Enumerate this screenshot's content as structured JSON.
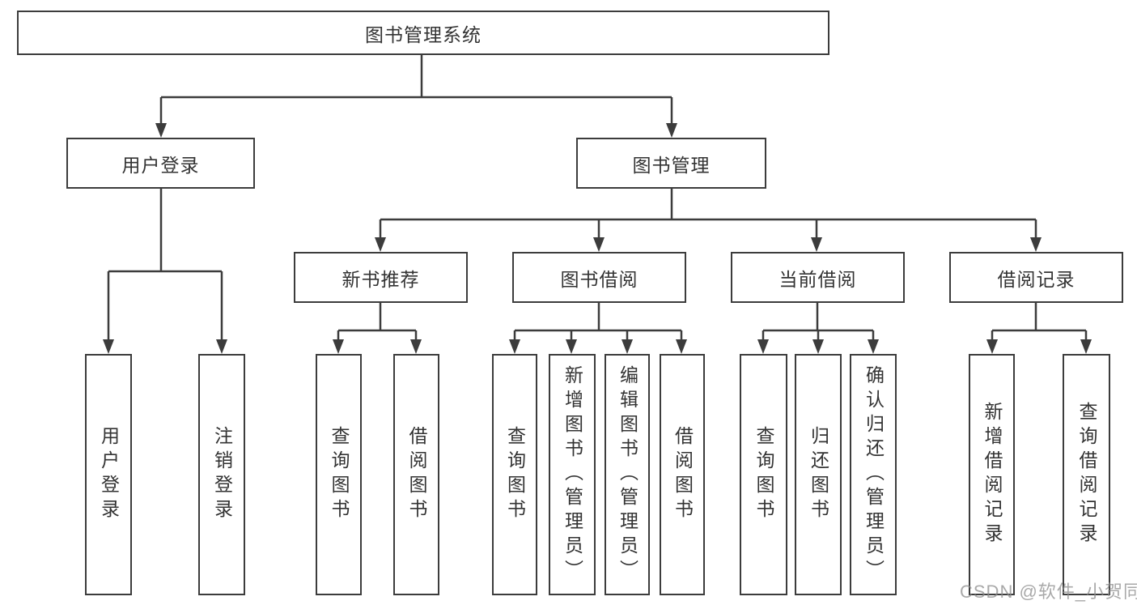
{
  "diagram_type": "hierarchy-tree",
  "colors": {
    "background": "#ffffff",
    "line": "#3c3c3c",
    "box_border": "#3c3c3c",
    "text": "#333333",
    "watermark": "#8c8c8c"
  },
  "tree": {
    "root": {
      "label": "图书管理系统",
      "children": [
        {
          "label": "用户登录",
          "children": [
            {
              "label": "用户登录"
            },
            {
              "label": "注销登录"
            }
          ]
        },
        {
          "label": "图书管理",
          "children": [
            {
              "label": "新书推荐",
              "children": [
                {
                  "label": "查询图书"
                },
                {
                  "label": "借阅图书"
                }
              ]
            },
            {
              "label": "图书借阅",
              "children": [
                {
                  "label": "查询图书"
                },
                {
                  "label": "新增图书（管理员）"
                },
                {
                  "label": "编辑图书（管理员）"
                },
                {
                  "label": "借阅图书"
                }
              ]
            },
            {
              "label": "当前借阅",
              "children": [
                {
                  "label": "查询图书"
                },
                {
                  "label": "归还图书"
                },
                {
                  "label": "确认归还（管理员）"
                }
              ]
            },
            {
              "label": "借阅记录",
              "children": [
                {
                  "label": "新增借阅记录"
                },
                {
                  "label": "查询借阅记录"
                }
              ]
            }
          ]
        }
      ]
    }
  },
  "watermark": "CSDN @软件_小贺同学"
}
